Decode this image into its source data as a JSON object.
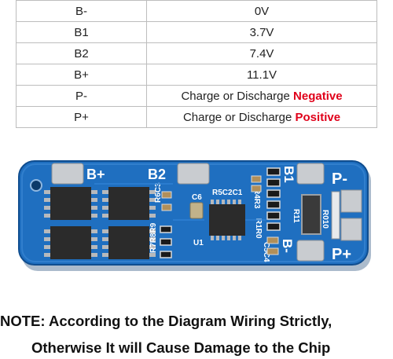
{
  "table": {
    "rows": [
      {
        "pin": "B-",
        "value": "0V",
        "emphasis": ""
      },
      {
        "pin": "B1",
        "value": "3.7V",
        "emphasis": ""
      },
      {
        "pin": "B2",
        "value": "7.4V",
        "emphasis": ""
      },
      {
        "pin": "B+",
        "value": "11.1V",
        "emphasis": ""
      },
      {
        "pin": "P-",
        "value": "Charge or Discharge ",
        "emphasis": "Negative"
      },
      {
        "pin": "P+",
        "value": "Charge or Discharge ",
        "emphasis": "Positive"
      }
    ],
    "emphasis_color": "#e0001a"
  },
  "board": {
    "pad_labels": {
      "b_plus": "B+",
      "b2": "B2",
      "b1": "B1",
      "b_minus": "B-",
      "p_minus": "P-",
      "p_plus": "P+"
    },
    "silkscreen": {
      "r6c3": "R6C3",
      "r7r8r9": "R7R8R9",
      "c6": "C6",
      "u1": "U1",
      "r5c2c1": "R5C2C1",
      "r4r3": "R4R3",
      "r1r0": "R1R0",
      "c5c4": "C5C4",
      "r11": "R11",
      "r010": "R010"
    },
    "colors": {
      "pcb": "#1f6fc0",
      "pad": "#c9ccd0",
      "chip": "#2b2b2b"
    }
  },
  "notes": {
    "line1": "NOTE: According to the Diagram Wiring Strictly,",
    "line2": "Otherwise It will Cause Damage to the Chip"
  }
}
